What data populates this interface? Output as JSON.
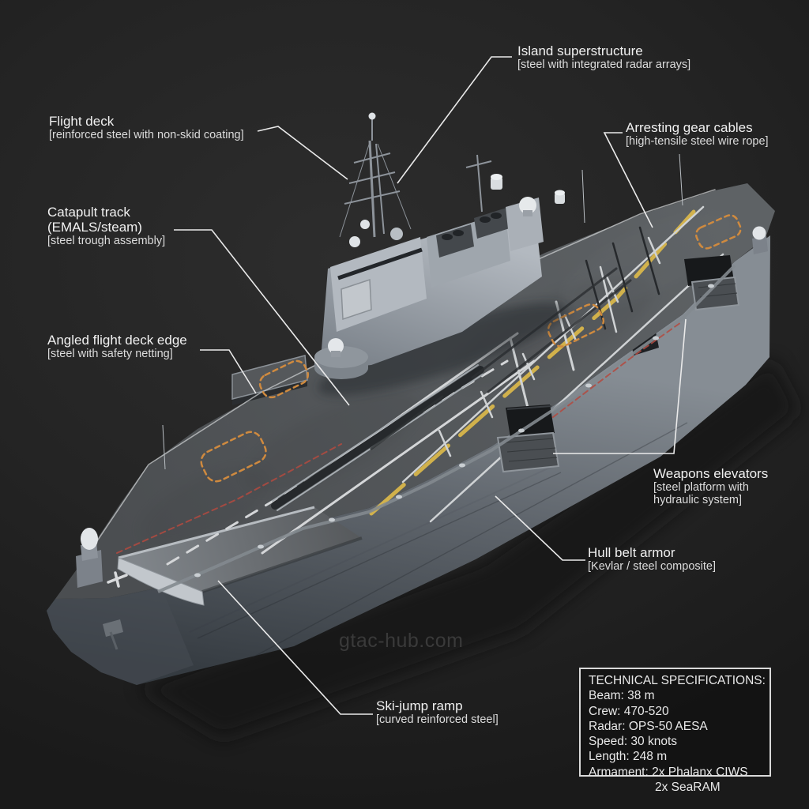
{
  "watermark": {
    "text": "gtac-hub.com"
  },
  "labels": {
    "island": {
      "title": "Island superstructure",
      "sub": "[steel with integrated radar arrays]"
    },
    "flight_deck": {
      "title": "Flight deck",
      "sub": "[reinforced steel with non-skid coating]"
    },
    "arresting_gear": {
      "title": "Arresting gear cables",
      "sub": "[high-tensile steel wire rope]"
    },
    "catapult": {
      "title": "Catapult track",
      "line2": "(EMALS/steam)",
      "sub": "[steel trough assembly]"
    },
    "angled_edge": {
      "title": "Angled flight deck edge",
      "sub": "[steel with safety netting]"
    },
    "weapons_elevators": {
      "title": "Weapons elevators",
      "sub1": "[steel platform with",
      "sub2": "hydraulic system]"
    },
    "hull_armor": {
      "title": "Hull belt armor",
      "sub": "[Kevlar / steel composite]"
    },
    "ski_jump": {
      "title": "Ski-jump ramp",
      "sub": "[curved reinforced steel]"
    }
  },
  "specs": {
    "title": "TECHNICAL SPECIFICATIONS:",
    "items": [
      "Beam: 38 m",
      "Crew: 470-520",
      "Radar: OPS-50 AESA",
      "Speed: 30 knots",
      "Length: 248 m",
      "Armament: 2x Phalanx CIWS"
    ],
    "armament_cont": "2x SeaRAM"
  },
  "colors": {
    "background": "#242424",
    "deck": "#54585b",
    "hull_light": "#7b828a",
    "island": "#a8aeb5",
    "runway_yellow": "#d8b64b",
    "marking_orange": "#cf8a3f",
    "safety_red": "#b34a40",
    "label_text": "#efefef",
    "leader_line": "#e8e8e8",
    "watermark": "#3a3a3a",
    "spec_border": "#d9d9d9"
  }
}
